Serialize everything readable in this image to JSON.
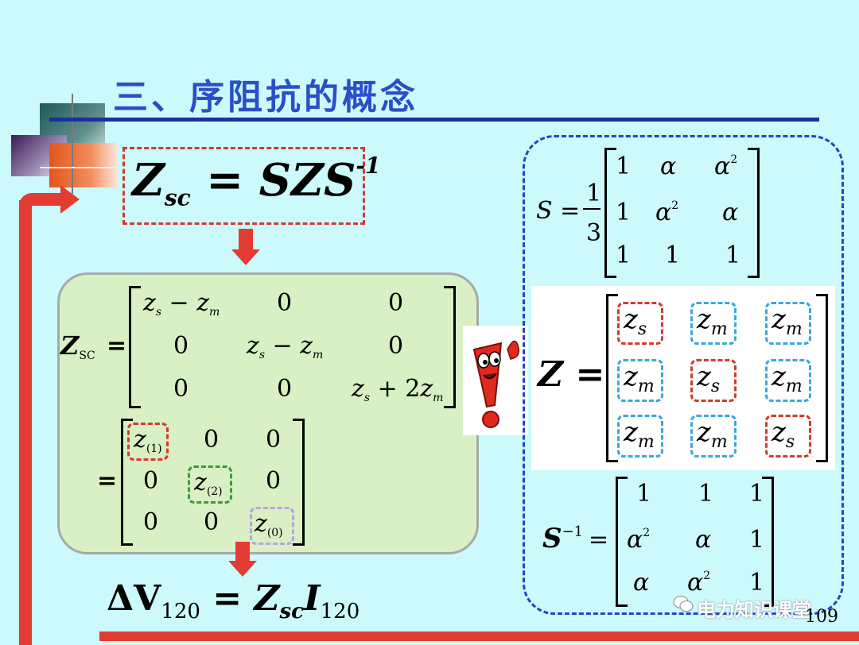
{
  "title": "三、序阻抗的概念",
  "main_formula": {
    "z": "Z",
    "z_sub": "sc",
    "eq": " = SZS",
    "exp": "-1"
  },
  "zsc_matrix": {
    "lhs": "Z",
    "lhs_sub": "SC",
    "eq": "=",
    "r1": [
      "z_s − z_m",
      "0",
      "0"
    ],
    "r2": [
      "0",
      "z_s − z_m",
      "0"
    ],
    "r3": [
      "0",
      "0",
      "z_s + 2z_m"
    ]
  },
  "diag_matrix": {
    "eq": "=",
    "z1": "(1)",
    "z2": "(2)",
    "z0": "(0)",
    "zero": "0"
  },
  "delta_formula": {
    "delta": "ΔV",
    "sub1": "120",
    "eq": " = Z",
    "sub2": "sc",
    "i": "I",
    "sub3": "120"
  },
  "s_matrix": {
    "lhs": "S =",
    "frac_num": "1",
    "frac_den": "3",
    "r1": [
      "1",
      "α",
      "α"
    ],
    "r2": [
      "1",
      "α",
      "α"
    ],
    "r3": [
      "1",
      "1",
      "1"
    ],
    "sq": "2"
  },
  "z_matrix": {
    "lhs": "Z =",
    "s": "s",
    "m": "m",
    "z": "z"
  },
  "sinv_matrix": {
    "lhs": "S",
    "exp": "−1",
    "eq": "=",
    "one": "1",
    "alpha": "α",
    "sq": "2"
  },
  "watermark": "电力知识课堂",
  "page_number": "109",
  "colors": {
    "title": "#2a4fc8",
    "red": "#e33c33",
    "blue_dash": "#1f47c9",
    "green_box": "#d8f0c4",
    "z_dash_red": "#d23a30",
    "z_dash_cyan": "#3aa8d8",
    "z2_dash": "#3a9c3a",
    "z0_dash": "#b8a3e0"
  }
}
